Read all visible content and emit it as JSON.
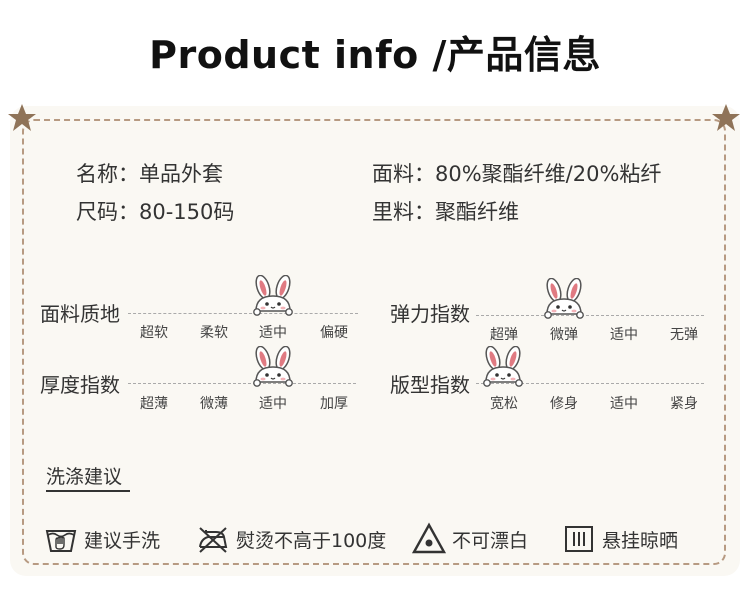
{
  "title": "Product info /产品信息",
  "info": {
    "name": "名称：单品外套",
    "fabric": "面料：80%聚酯纤维/20%粘纤",
    "size": "尺码：80-150码",
    "lining": "里料：聚酯纤维"
  },
  "scales": [
    {
      "label": "面料质地",
      "options": [
        "超软",
        "柔软",
        "适中",
        "偏硬"
      ],
      "selected_index": 2
    },
    {
      "label": "弹力指数",
      "options": [
        "超弹",
        "微弹",
        "适中",
        "无弹"
      ],
      "selected_index": 1
    },
    {
      "label": "厚度指数",
      "options": [
        "超薄",
        "微薄",
        "适中",
        "加厚"
      ],
      "selected_index": 2
    },
    {
      "label": "版型指数",
      "options": [
        "宽松",
        "修身",
        "适中",
        "紧身"
      ],
      "selected_index": 0
    }
  ],
  "washing": {
    "title": "洗涤建议",
    "items": [
      {
        "icon": "hand-wash-icon",
        "label": "建议手洗"
      },
      {
        "icon": "no-iron-icon",
        "label": "熨烫不高于100度"
      },
      {
        "icon": "no-bleach-icon",
        "label": "不可漂白"
      },
      {
        "icon": "hang-dry-icon",
        "label": "悬挂晾晒"
      }
    ]
  },
  "colors": {
    "border": "#b79a82",
    "star": "#8f7358",
    "bunny_ear": "#e07a82",
    "card_bg": "#faf8f3"
  }
}
